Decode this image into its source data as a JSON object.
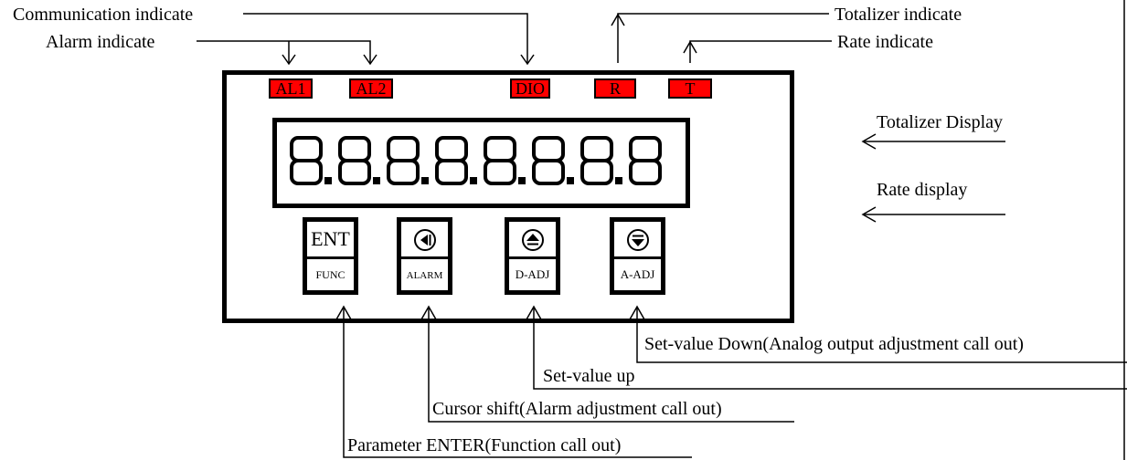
{
  "indicator_labels": {
    "communication": "Communication indicate",
    "alarm": "Alarm indicate",
    "totalizer": "Totalizer indicate",
    "rate": "Rate indicate"
  },
  "display_labels": {
    "totalizer_display": "Totalizer Display",
    "rate_display": "Rate display"
  },
  "leds": [
    {
      "label": "AL1",
      "color": "#ff0000"
    },
    {
      "label": "AL2",
      "color": "#ff0000"
    },
    {
      "label": "DIO",
      "color": "#ff0000"
    },
    {
      "label": "R",
      "color": "#ff0000"
    },
    {
      "label": "T",
      "color": "#ff0000"
    }
  ],
  "digit_count": 8,
  "keys": [
    {
      "top": "ENT",
      "top_icon": "",
      "bottom": "FUNC"
    },
    {
      "top": "",
      "top_icon": "left-triangle-icon",
      "bottom": "ALARM"
    },
    {
      "top": "",
      "top_icon": "up-triangle-icon",
      "bottom": "D-ADJ"
    },
    {
      "top": "",
      "top_icon": "down-triangle-icon",
      "bottom": "A-ADJ"
    }
  ],
  "key_callouts": {
    "set_value_down": "Set-value Down(Analog output adjustment call out)",
    "set_value_up": "Set-value up",
    "cursor_shift": "Cursor shift(Alarm adjustment call out)",
    "parameter_enter": "Parameter ENTER(Function call out)"
  }
}
